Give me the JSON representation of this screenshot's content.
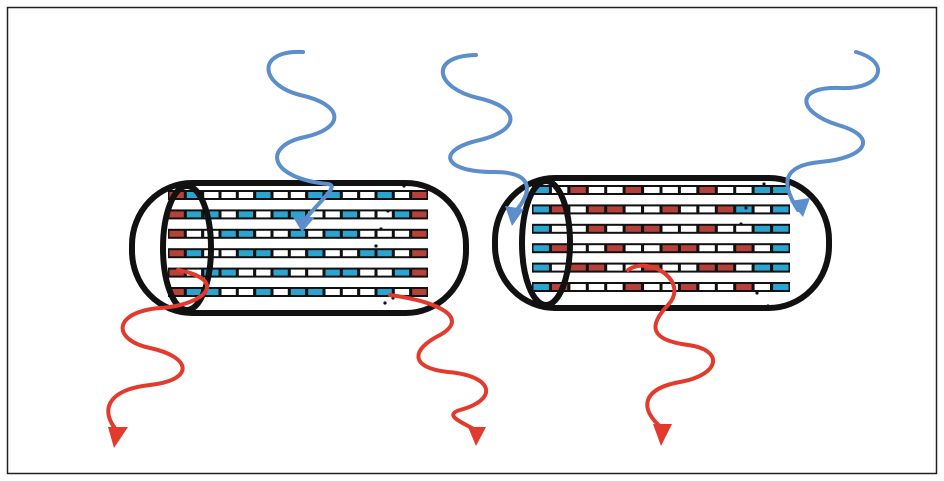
{
  "colors": {
    "background": "#ffffff",
    "frame": "#222222",
    "outline": "#111111",
    "band_dark": "#111111",
    "segment_blue": "#2ba4cf",
    "segment_red": "#b5413b",
    "segment_white": "#ffffff",
    "wave_in": "#5b8ecb",
    "wave_out": "#e23a2c"
  },
  "diagram": {
    "cylinders": [
      {
        "id": "left",
        "row_count": 6,
        "rows": [
          [
            "red",
            "blue",
            "white",
            "white",
            "white",
            "blue",
            "white",
            "white",
            "blue",
            "blue",
            "white",
            "white",
            "blue",
            "white",
            "red"
          ],
          [
            "red",
            "blue",
            "blue",
            "white",
            "blue",
            "white",
            "blue",
            "blue",
            "white",
            "white",
            "blue",
            "white",
            "white",
            "blue",
            "red"
          ],
          [
            "red",
            "white",
            "white",
            "blue",
            "blue",
            "white",
            "white",
            "blue",
            "white",
            "blue",
            "blue",
            "white",
            "white",
            "white",
            "red"
          ],
          [
            "red",
            "blue",
            "white",
            "white",
            "blue",
            "blue",
            "white",
            "white",
            "blue",
            "white",
            "white",
            "blue",
            "blue",
            "white",
            "red"
          ],
          [
            "red",
            "white",
            "blue",
            "blue",
            "white",
            "white",
            "blue",
            "white",
            "white",
            "blue",
            "blue",
            "white",
            "white",
            "blue",
            "red"
          ],
          [
            "red",
            "blue",
            "blue",
            "white",
            "white",
            "blue",
            "white",
            "blue",
            "blue",
            "white",
            "white",
            "white",
            "blue",
            "white",
            "red"
          ]
        ],
        "incoming_waves": 1,
        "outgoing_waves": 2
      },
      {
        "id": "right",
        "row_count": 6,
        "rows": [
          [
            "blue",
            "white",
            "red",
            "white",
            "white",
            "red",
            "white",
            "white",
            "white",
            "red",
            "white",
            "white",
            "blue",
            "blue"
          ],
          [
            "blue",
            "red",
            "white",
            "red",
            "red",
            "white",
            "white",
            "red",
            "white",
            "white",
            "red",
            "blue",
            "white",
            "blue"
          ],
          [
            "blue",
            "white",
            "white",
            "red",
            "white",
            "red",
            "red",
            "white",
            "white",
            "red",
            "white",
            "white",
            "blue",
            "blue"
          ],
          [
            "blue",
            "red",
            "white",
            "white",
            "red",
            "white",
            "white",
            "red",
            "red",
            "white",
            "white",
            "red",
            "white",
            "blue"
          ],
          [
            "blue",
            "white",
            "red",
            "red",
            "white",
            "white",
            "red",
            "white",
            "white",
            "red",
            "red",
            "white",
            "blue",
            "blue"
          ],
          [
            "blue",
            "red",
            "white",
            "white",
            "white",
            "red",
            "white",
            "white",
            "red",
            "white",
            "white",
            "red",
            "white",
            "blue"
          ]
        ],
        "incoming_waves": 2,
        "outgoing_waves": 1
      }
    ]
  }
}
